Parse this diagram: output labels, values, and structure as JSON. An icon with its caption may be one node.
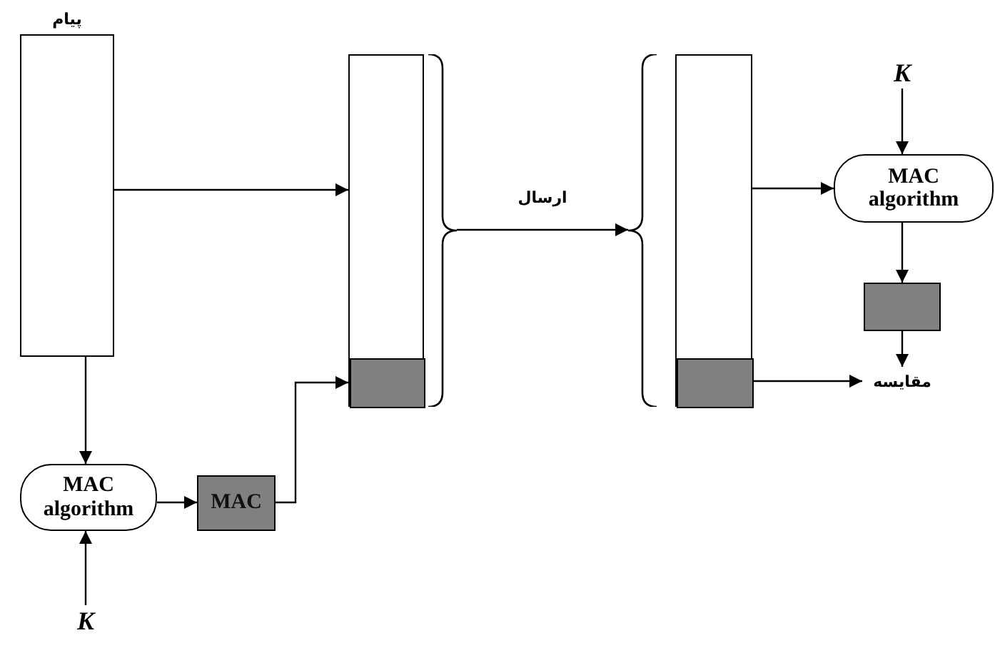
{
  "diagram": {
    "nodes": [
      {
        "text": [
          "پیام"
        ]
      },
      {
        "text": [
          "MAC algorithm"
        ]
      },
      {
        "text": [
          "K"
        ]
      },
      {
        "text": [
          "MAC"
        ]
      },
      {
        "text": [],
        "shape": "box"
      },
      {
        "text": [],
        "shape": "box",
        "in": 4
      },
      {
        "text": [],
        "shape": "brace"
      },
      {
        "text": [],
        "shape": "brace"
      },
      {
        "text": [],
        "shape": "box"
      },
      {
        "text": [],
        "shape": "box",
        "in": 8
      },
      {
        "text": [
          "K"
        ]
      },
      {
        "text": [
          "MAC algorithm"
        ]
      },
      {
        "text": [],
        "shape": "box"
      },
      {
        "text": [
          "مقایسه"
        ]
      }
    ],
    "edges": [
      {
        "from": 0,
        "to": 1,
        "arrow": "to"
      },
      {
        "from": 2,
        "to": 1,
        "arrow": "to"
      },
      {
        "from": 1,
        "to": 3,
        "arrow": "to"
      },
      {
        "from": 3,
        "to": 5,
        "arrow": "to"
      },
      {
        "from": 0,
        "to": 4,
        "arrow": "to"
      },
      {
        "from": 6,
        "to": 7,
        "arrow": "to",
        "label": "ارسال"
      },
      {
        "from": 8,
        "to": 11,
        "arrow": "to"
      },
      {
        "from": 10,
        "to": 11,
        "arrow": "to"
      },
      {
        "from": 11,
        "to": 12,
        "arrow": "to"
      },
      {
        "from": 12,
        "to": 13,
        "arrow": "to"
      },
      {
        "from": 9,
        "to": 13,
        "arrow": "to"
      }
    ]
  }
}
